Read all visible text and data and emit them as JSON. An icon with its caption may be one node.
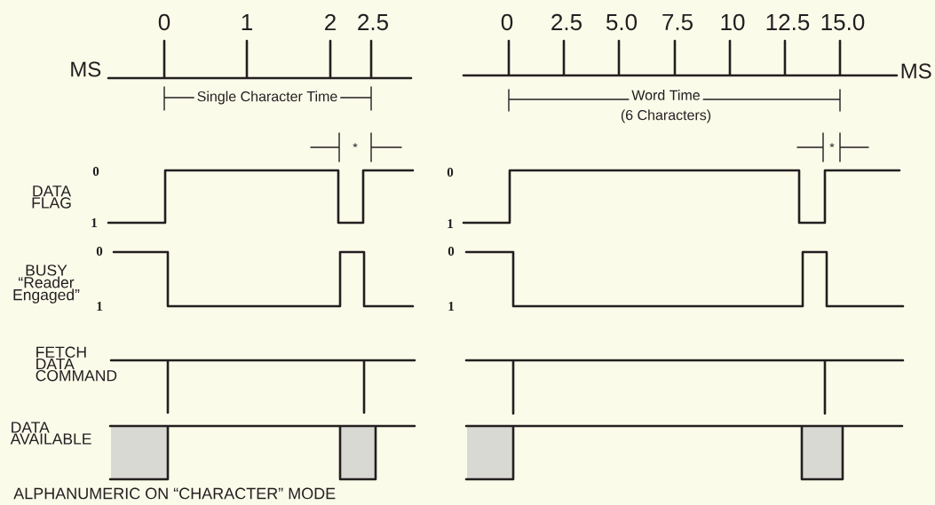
{
  "diagram": {
    "caption": "ALPHANUMERIC ON “CHARACTER” MODE",
    "labels": [
      "0",
      "1",
      "2",
      "2.5",
      "0",
      "2.5",
      "5.0",
      "7.5",
      "10",
      "12.5",
      "15.0",
      "MS",
      "MS",
      "Single Character Time",
      "Word Time",
      "(6 Characters)",
      "*",
      "*",
      "0",
      "DATA FLAG",
      "1",
      "0",
      "1",
      "0",
      "BUSY “Reader Engaged”",
      "1",
      "0",
      "1",
      "FETCH DATA COMMAND",
      "DATA AVAILABLE"
    ]
  }
}
